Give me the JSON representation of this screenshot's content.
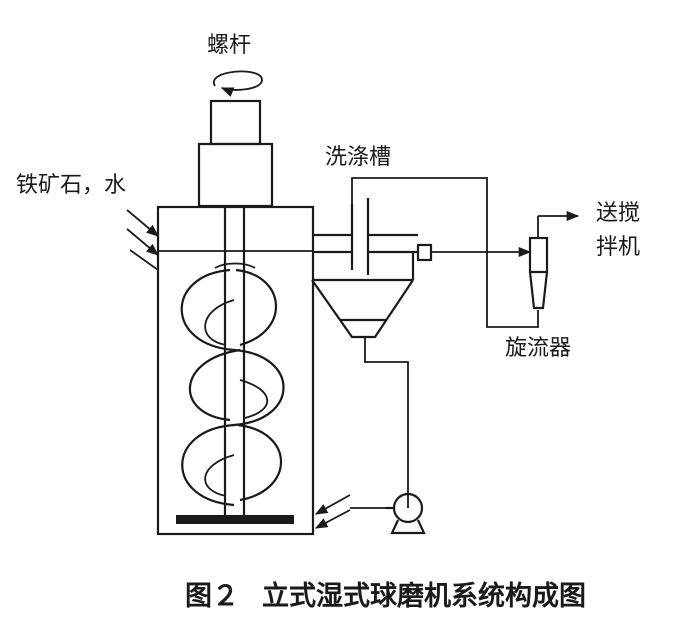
{
  "labels": {
    "screw": "螺杆",
    "ore_water": "铁矿石，水",
    "wash_tank": "洗涤槽",
    "to_mixer_1": "送搅",
    "to_mixer_2": "拌机",
    "cyclone": "旋流器"
  },
  "caption": {
    "number": "图２",
    "title": "立式湿式球磨机系统构成图"
  },
  "colors": {
    "line": "#1a1a1a",
    "background": "#ffffff"
  }
}
